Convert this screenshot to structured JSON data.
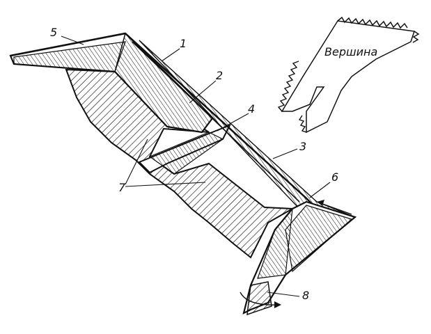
{
  "figure": {
    "labels": {
      "l1": "1",
      "l2": "2",
      "l3": "3",
      "l4": "4",
      "l5": "5",
      "l6": "6",
      "l7": "7",
      "l8": "8"
    },
    "inset": {
      "title": "Вершина"
    }
  }
}
